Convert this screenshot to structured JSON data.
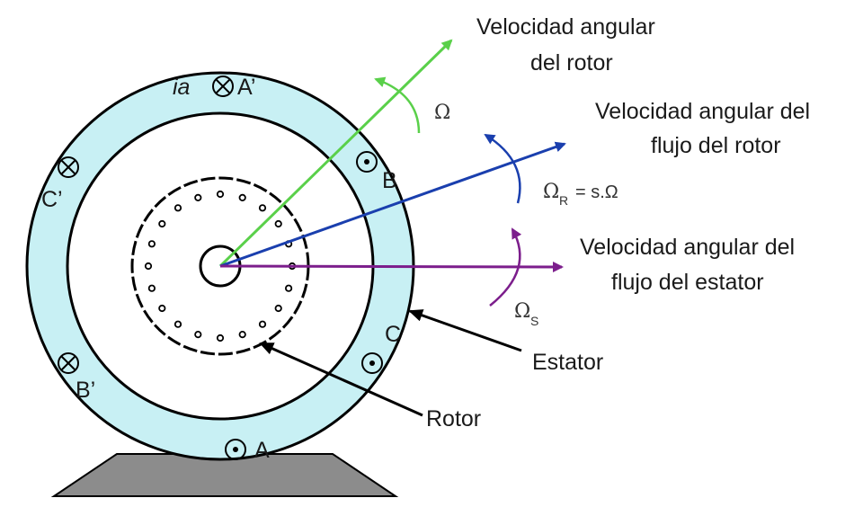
{
  "colors": {
    "stator_ring": "#c8f0f4",
    "base": "#8c8c8c",
    "rotor_vector": "#5ad04a",
    "rotor_flux_vector": "#1a3fae",
    "stator_flux_vector": "#7c1e8c",
    "outline": "#000000"
  },
  "labels": {
    "rotor_speed_line1": "Velocidad angular",
    "rotor_speed_line2": "del rotor",
    "rotor_flux_line1": "Velocidad angular del",
    "rotor_flux_line2": "flujo del rotor",
    "stator_flux_line1": "Velocidad angular del",
    "stator_flux_line2": "flujo del estator",
    "estator": "Estator",
    "rotor": "Rotor"
  },
  "symbols": {
    "omega": "Ω",
    "omega_r_prefix": "Ω",
    "omega_r_sub": "R",
    "omega_r_suffix": "= s.Ω",
    "omega_s": "Ω",
    "omega_s_sub": "S"
  },
  "poles": {
    "ia": "ia",
    "a_prime": "A’",
    "b": "B",
    "c_prime": "C’",
    "c": "C",
    "b_prime": "B’",
    "a": "A"
  },
  "icons": {
    "into_page": "cross-in-circle-icon",
    "out_of_page": "dot-in-circle-icon"
  }
}
